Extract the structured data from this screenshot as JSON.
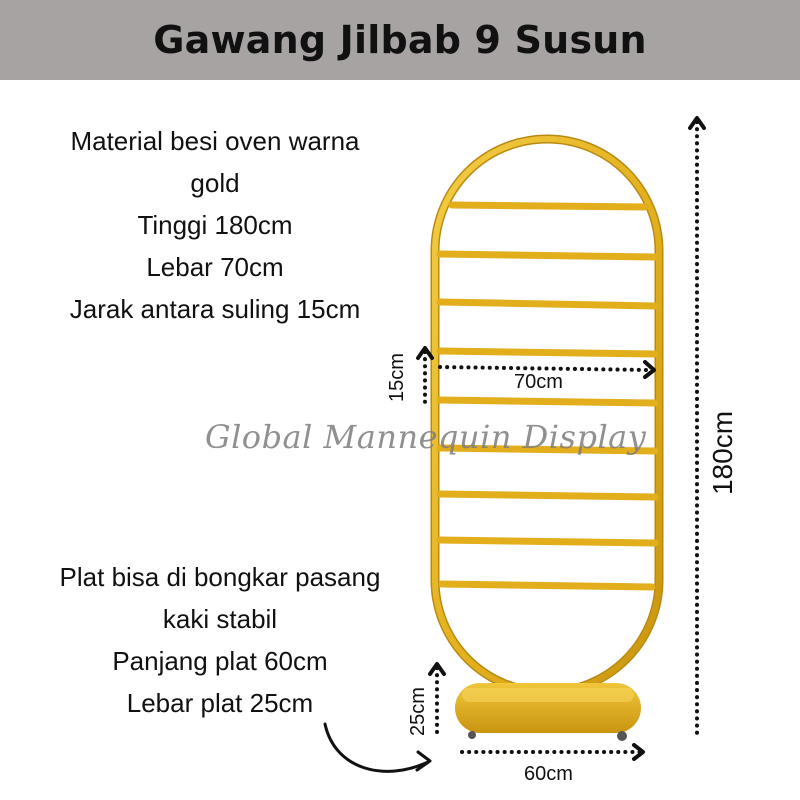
{
  "header": {
    "title": "Gawang Jilbab 9 Susun"
  },
  "spec_top": {
    "lines": [
      "Material besi oven warna",
      "gold",
      "Tinggi 180cm",
      "Lebar 70cm",
      "Jarak antara suling 15cm"
    ]
  },
  "spec_bottom": {
    "lines": [
      "Plat bisa di bongkar pasang",
      "kaki stabil",
      "Panjang plat 60cm",
      "Lebar plat 25cm"
    ]
  },
  "watermark": "Global Mannequin Display",
  "dimensions": {
    "rung_gap": "15cm",
    "width": "70cm",
    "height": "180cm",
    "plate_width": "25cm",
    "plate_length": "60cm"
  },
  "product": {
    "rung_count": 9,
    "frame_color": "#e5b21f",
    "frame_shadow": "#b98a12",
    "plate_color": "#e7b524"
  }
}
